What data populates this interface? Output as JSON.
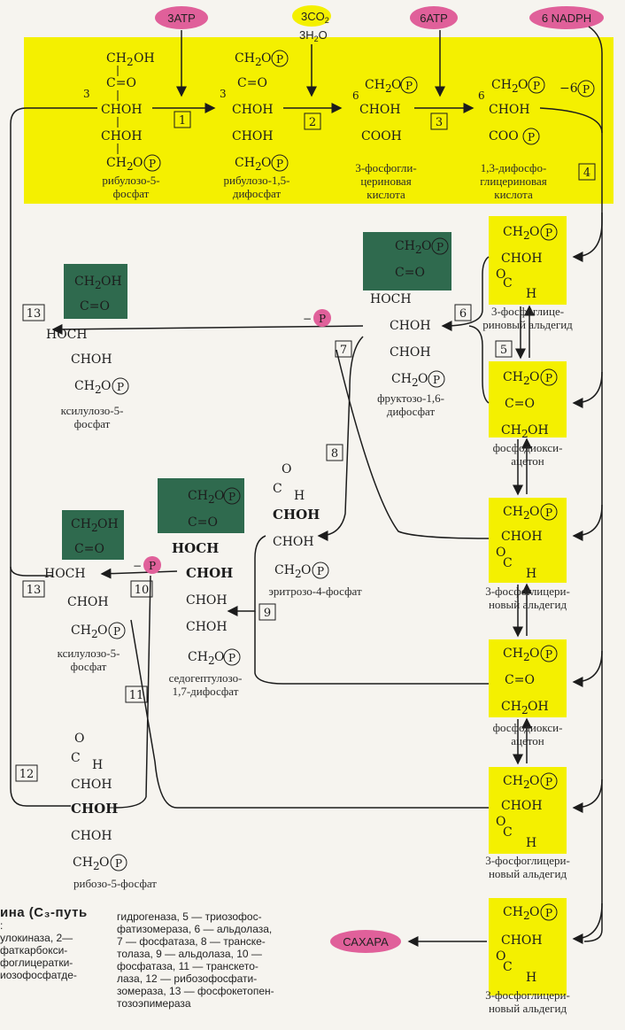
{
  "inputs": {
    "atp3": "3ATP",
    "co2": "3CO",
    "co2_sub": "2",
    "h2o": "3H",
    "h2o_sub": "2",
    "h2o_tail": "O",
    "atp6": "6ATP",
    "nadph": "6 NADPH",
    "minus6p": "−6"
  },
  "output": {
    "sugar": "САХАРА"
  },
  "enzyme_numbers": [
    "1",
    "2",
    "3",
    "4",
    "5",
    "6",
    "7",
    "8",
    "9",
    "10",
    "11",
    "12",
    "13"
  ],
  "compounds": {
    "ribulose5p": [
      "рибулозо-5-",
      "фосфат"
    ],
    "ribulose15bp": [
      "рибулозо-1,5-",
      "дифосфат"
    ],
    "pga3": [
      "3-фосфогли-",
      "цериновая",
      "кислота"
    ],
    "bpg13": [
      "1,3-дифосфо-",
      "глицериновая",
      "кислота"
    ],
    "gap1": [
      "3-фосфоглице-",
      "риновый альдегид"
    ],
    "dhap1": [
      "фосфодиокси-",
      "ацетон"
    ],
    "fbp": [
      "фруктозо-1,6-",
      "дифосфат"
    ],
    "xylulose1": [
      "ксилулозо-5-",
      "фосфат"
    ],
    "erythrose": [
      "эритрозо-4-фосфат"
    ],
    "gap2": [
      "3-фосфоглицери-",
      "новый  альдегид"
    ],
    "sedo": [
      "седогептулозо-",
      "1,7-дифосфат"
    ],
    "xylulose2": [
      "ксилулозо-5-",
      "фосфат"
    ],
    "dhap2": [
      "фосфодиокси-",
      "ацетон"
    ],
    "gap3": [
      "3-фосфоглицери-",
      "новый альдегид"
    ],
    "ribose": [
      "рибозо-5-фосфат"
    ],
    "gap4": [
      "3-фосфоглицери-",
      "новый альдегид"
    ]
  },
  "legend": {
    "col1": [
      "ина (С₃-путь",
      ":",
      "",
      "улокиназа, 2—",
      "фаткарбокси-",
      "фоглицератки-",
      "иозофосфатде-"
    ],
    "col2": [
      "гидрогеназа,  5 — триозофос-",
      "фатизомераза, 6 — альдолаза,",
      "7 — фосфатаза,   8 — транске-",
      "толаза,  9 — альдолаза,  10 —",
      "фосфатаза,      11 — транскето-",
      "лаза,     12 — рибозофосфати-",
      "зомераза, 13 — фосфокетопен-",
      "тозоэпимераза"
    ]
  },
  "colors": {
    "yellow": "#f4f000",
    "green": "#2f6a4e",
    "pink": "#e0609a",
    "ink": "#1c1c1c"
  }
}
